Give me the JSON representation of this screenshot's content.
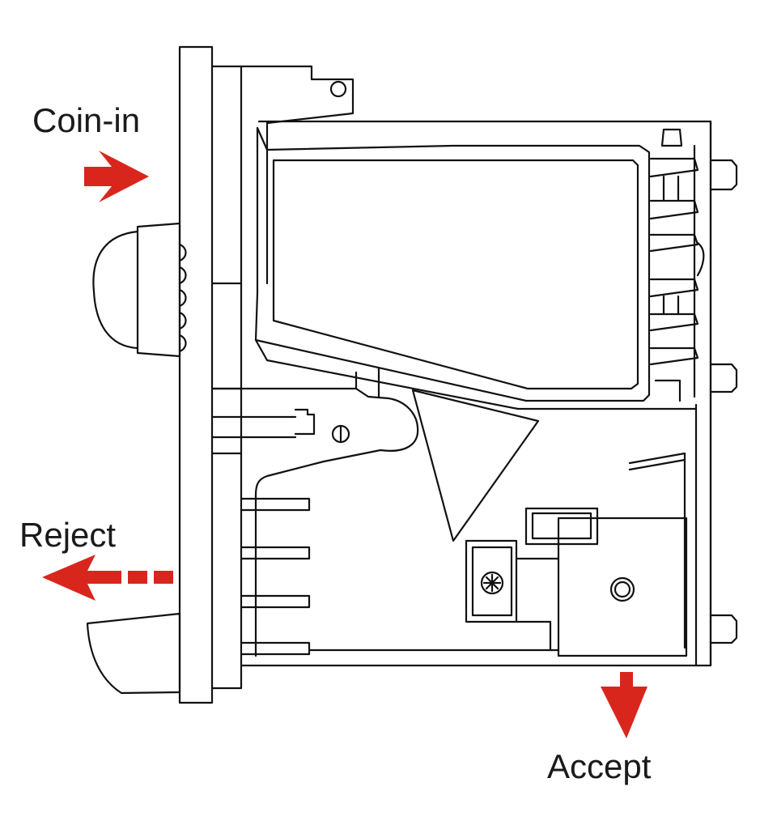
{
  "labels": {
    "coin_in": "Coin-in",
    "reject": "Reject",
    "accept": "Accept"
  },
  "colors": {
    "line": "#111111",
    "arrow": "#d9261c",
    "background": "#ffffff"
  }
}
